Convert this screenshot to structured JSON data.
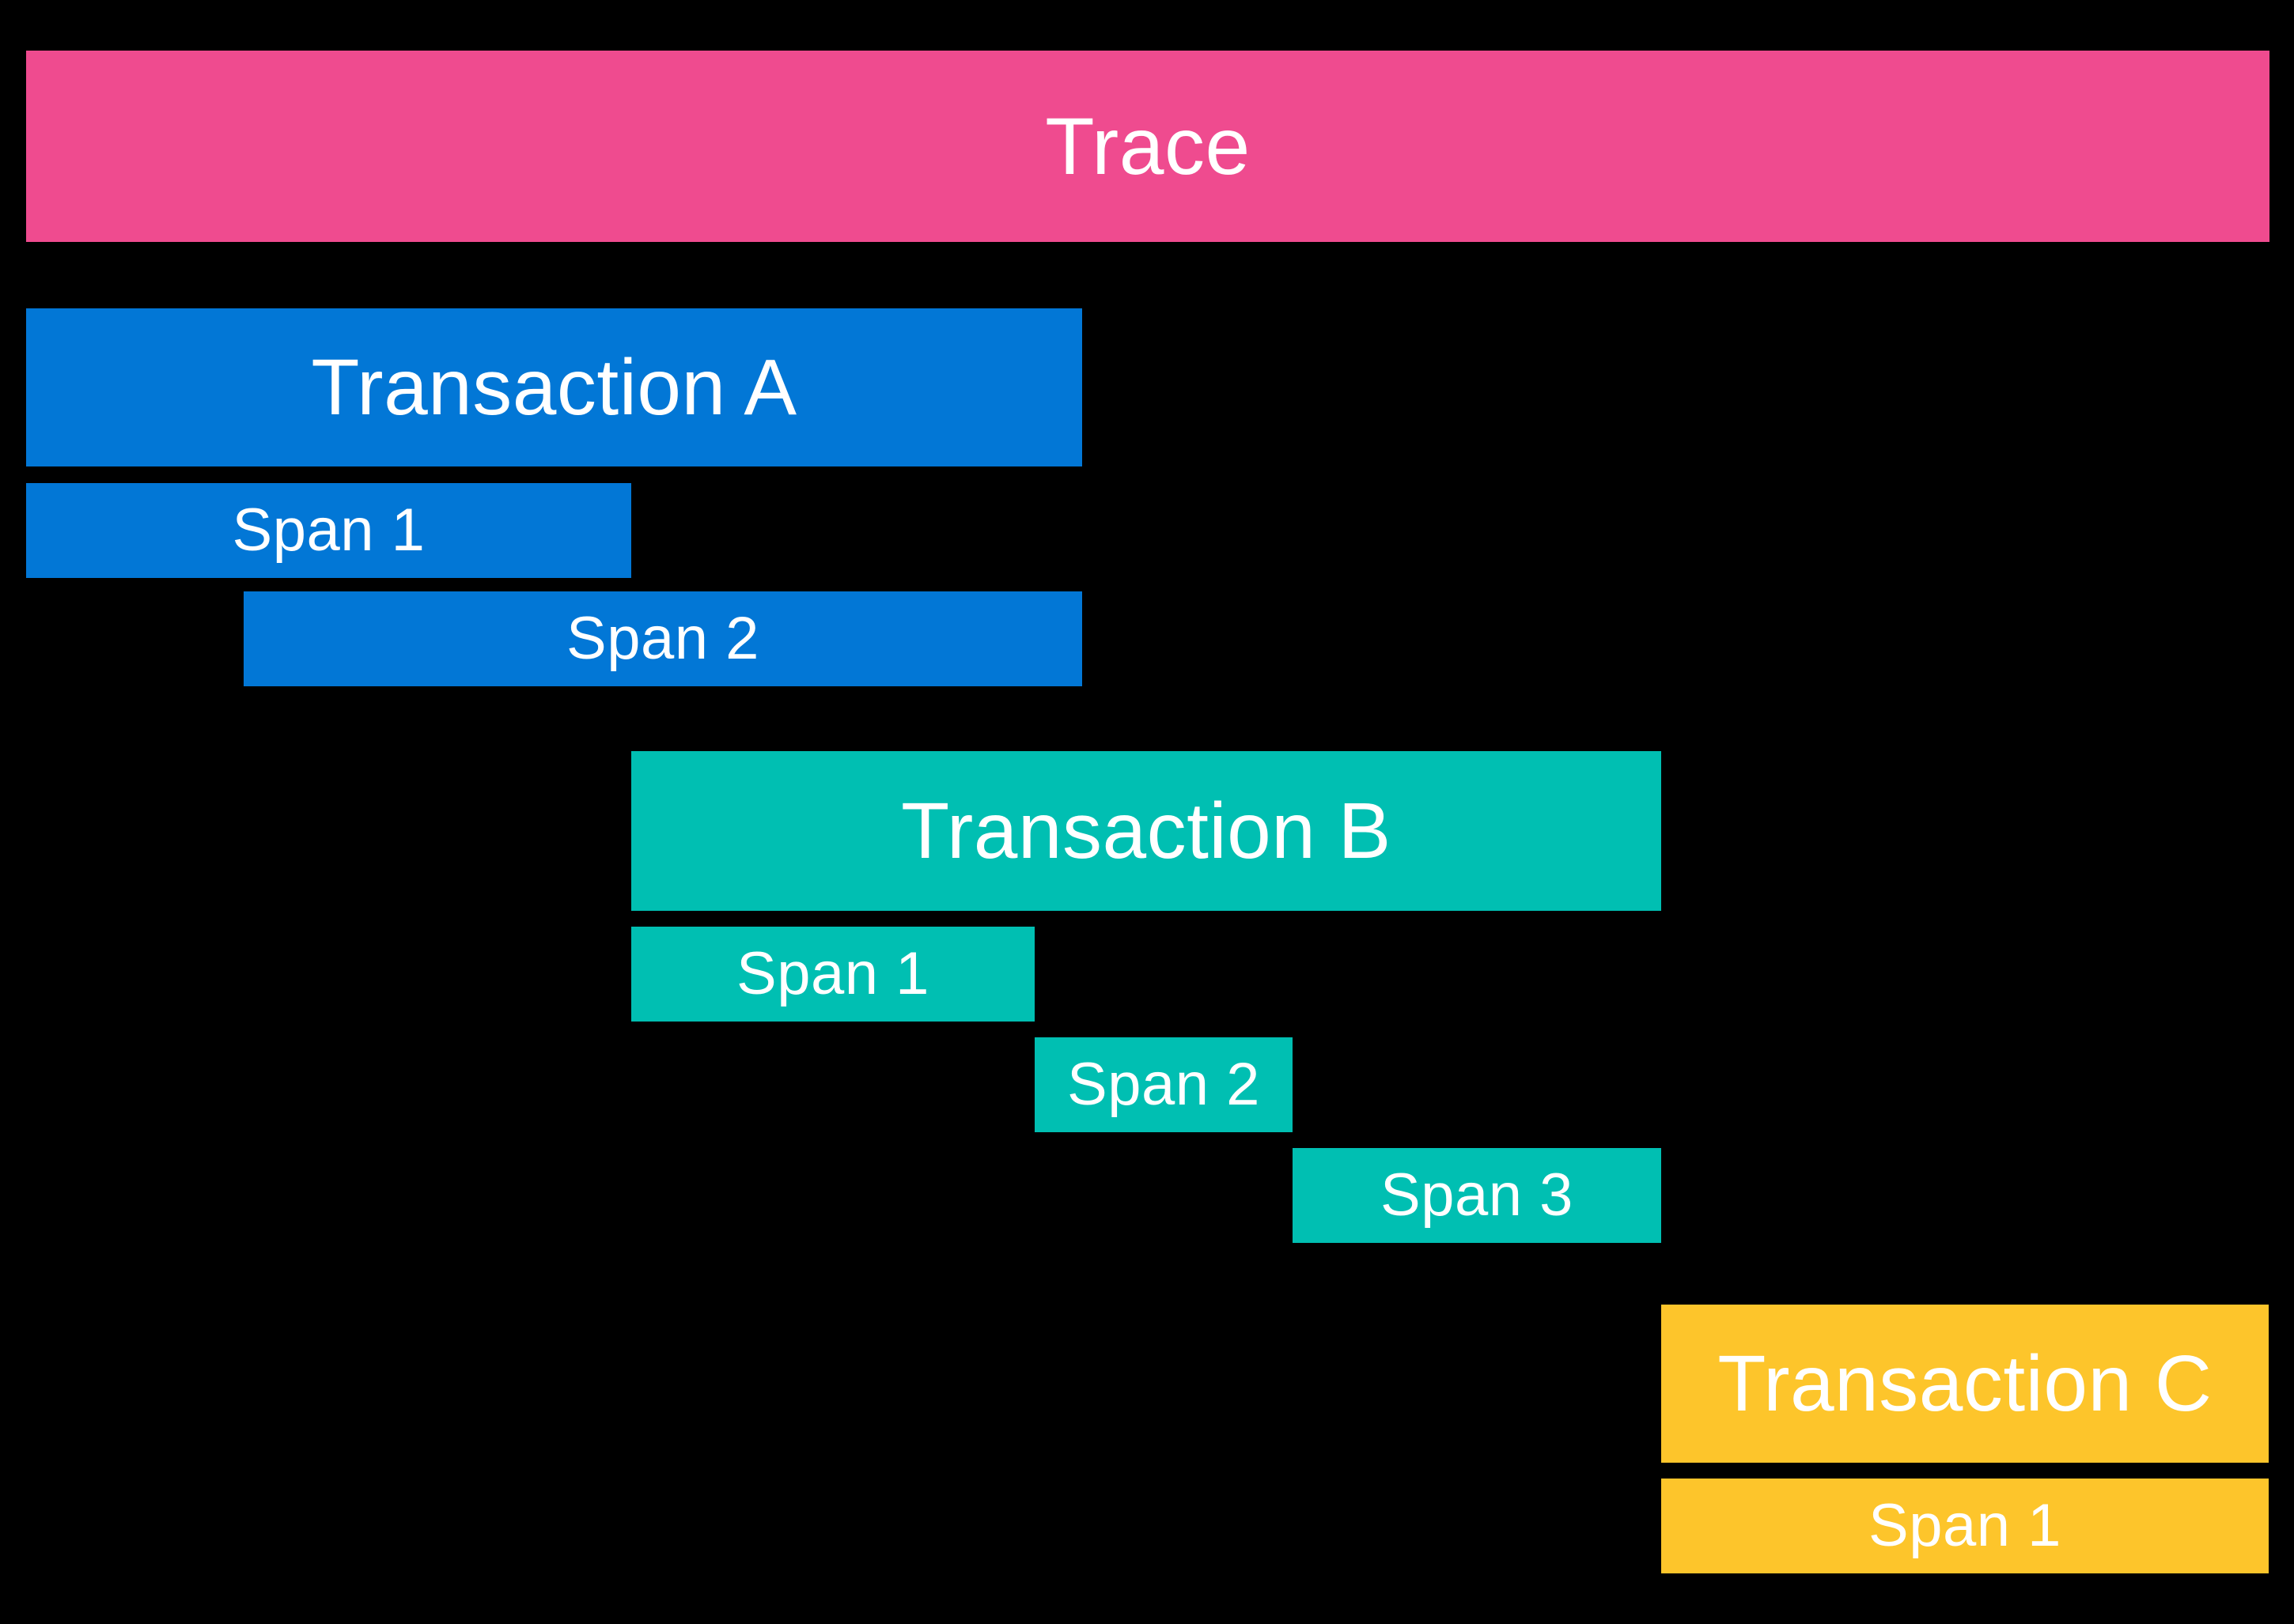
{
  "colors": {
    "background": "#000000",
    "text": "#FFFFFF",
    "trace": "#EF4B8F",
    "transaction_a": "#0277D6",
    "transaction_b": "#00BFB2",
    "transaction_c": "#FDC52B"
  },
  "diagram": {
    "trace": {
      "label": "Trace"
    },
    "transactions": [
      {
        "label": "Transaction A",
        "spans": [
          {
            "label": "Span 1"
          },
          {
            "label": "Span 2"
          }
        ]
      },
      {
        "label": "Transaction B",
        "spans": [
          {
            "label": "Span 1"
          },
          {
            "label": "Span 2"
          },
          {
            "label": "Span 3"
          }
        ]
      },
      {
        "label": "Transaction C",
        "spans": [
          {
            "label": "Span 1"
          }
        ]
      }
    ]
  }
}
